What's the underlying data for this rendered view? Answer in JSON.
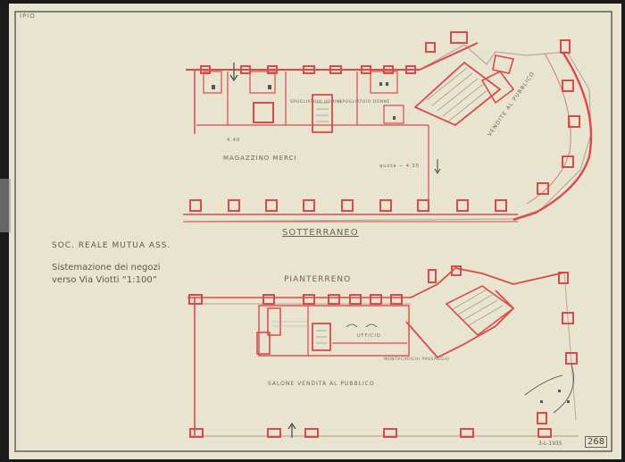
{
  "sheet": {
    "corner_label": "IPIO",
    "colors": {
      "paper": "#e9e4cf",
      "wall_red": "#d94a4a",
      "ink": "#6b6558",
      "border": "#3a3a3a"
    }
  },
  "title_block": {
    "line1": "SOC. REALE MUTUA ASS.",
    "line2": "Sistemazione dei negozi",
    "line3": "verso Via Viotti “1:100”"
  },
  "basement_plan": {
    "title": "SOTTERRANEO",
    "labels": {
      "magazzino": "MAGAZZINO MERCI",
      "vendita": "VENDITE AL PUBBLICO",
      "spogliatoio_uomini": "SPOGLIATOIO UOMINI",
      "spogliatoio_donne": "SPOGLIATOIO DONNE",
      "dim": "4.40",
      "quota": "quota − 4.50"
    }
  },
  "ground_plan": {
    "title": "PIANTERRENO",
    "labels": {
      "salone": "SALONE VENDITA AL PUBBLICO",
      "ufficio": "UFFICIO",
      "note": "MONTACARICHI PASSAGGIO"
    }
  },
  "footer": {
    "date": "3-L-1935",
    "sheet_number": "268"
  }
}
